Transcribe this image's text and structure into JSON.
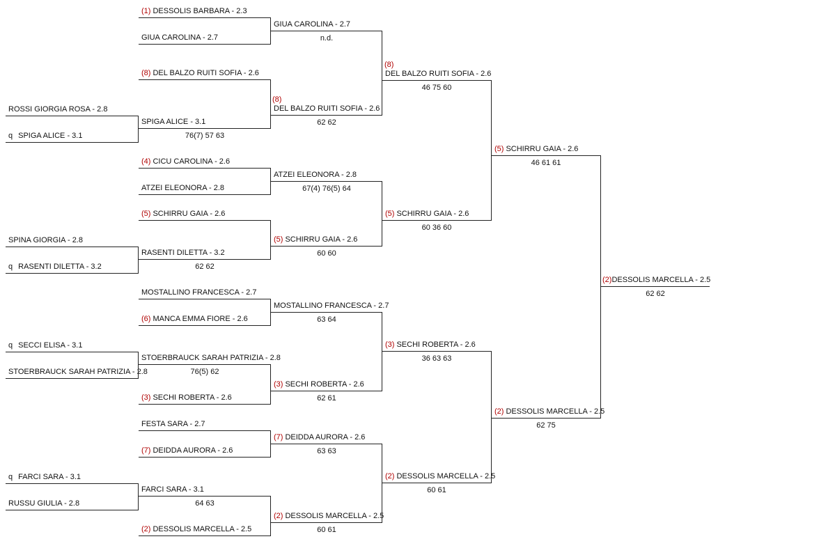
{
  "bracket": {
    "r0": [
      {
        "seed": "",
        "name": "ROSSI GIORGIA ROSA - 2.8"
      },
      {
        "seed": "q",
        "name": "SPIGA ALICE - 3.1"
      },
      {
        "seed": "",
        "name": "SPINA GIORGIA - 2.8"
      },
      {
        "seed": "q",
        "name": "RASENTI DILETTA - 3.2"
      },
      {
        "seed": "q",
        "name": "SECCI ELISA - 3.1"
      },
      {
        "seed": "",
        "name": "STOERBRAUCK SARAH PATRIZIA - 2.8"
      },
      {
        "seed": "q",
        "name": "FARCI SARA - 3.1"
      },
      {
        "seed": "",
        "name": "RUSSU GIULIA - 2.8"
      }
    ],
    "r0_scores": [
      "76(7) 57 63",
      "62 62",
      "76(5) 62",
      "64 63"
    ],
    "r1": [
      {
        "seed": "(1)",
        "name": "DESSOLIS BARBARA - 2.3"
      },
      {
        "seed": "",
        "name": "GIUA CAROLINA - 2.7"
      },
      {
        "seed": "(8)",
        "name": "DEL BALZO RUITI SOFIA - 2.6"
      },
      {
        "seed": "",
        "name": "SPIGA ALICE - 3.1"
      },
      {
        "seed": "(4)",
        "name": "CICU CAROLINA - 2.6"
      },
      {
        "seed": "",
        "name": "ATZEI ELEONORA - 2.8"
      },
      {
        "seed": "(5)",
        "name": "SCHIRRU GAIA - 2.6"
      },
      {
        "seed": "",
        "name": "RASENTI DILETTA - 3.2"
      },
      {
        "seed": "",
        "name": "MOSTALLINO FRANCESCA - 2.7"
      },
      {
        "seed": "(6)",
        "name": "MANCA EMMA FIORE - 2.6"
      },
      {
        "seed": "",
        "name": "STOERBRAUCK SARAH PATRIZIA - 2.8"
      },
      {
        "seed": "(3)",
        "name": "SECHI ROBERTA - 2.6"
      },
      {
        "seed": "",
        "name": "FESTA SARA - 2.7"
      },
      {
        "seed": "(7)",
        "name": "DEIDDA AURORA - 2.6"
      },
      {
        "seed": "",
        "name": "FARCI SARA - 3.1"
      },
      {
        "seed": "(2)",
        "name": "DESSOLIS MARCELLA - 2.5"
      }
    ],
    "r2": [
      {
        "seed": "",
        "name": "GIUA CAROLINA - 2.7",
        "score": "n.d."
      },
      {
        "seed": "(8)",
        "name": "DEL BALZO RUITI SOFIA - 2.6",
        "score": "62 62"
      },
      {
        "seed": "",
        "name": "ATZEI ELEONORA - 2.8",
        "score": "67(4) 76(5) 64"
      },
      {
        "seed": "(5)",
        "name": "SCHIRRU GAIA - 2.6",
        "score": "60 60"
      },
      {
        "seed": "",
        "name": "MOSTALLINO FRANCESCA - 2.7",
        "score": "63 64"
      },
      {
        "seed": "(3)",
        "name": "SECHI ROBERTA - 2.6",
        "score": "62 61"
      },
      {
        "seed": "(7)",
        "name": "DEIDDA AURORA - 2.6",
        "score": "63 63"
      },
      {
        "seed": "(2)",
        "name": "DESSOLIS MARCELLA - 2.5",
        "score": "60 61"
      }
    ],
    "r3": [
      {
        "seed": "(8)",
        "name": "DEL BALZO RUITI SOFIA - 2.6",
        "score": "46 75 60"
      },
      {
        "seed": "(5)",
        "name": "SCHIRRU GAIA - 2.6",
        "score": "60 36 60"
      },
      {
        "seed": "(3)",
        "name": "SECHI ROBERTA - 2.6",
        "score": "36 63 63"
      },
      {
        "seed": "(2)",
        "name": "DESSOLIS MARCELLA - 2.5",
        "score": "60 61"
      }
    ],
    "r4": [
      {
        "seed": "(5)",
        "name": "SCHIRRU GAIA - 2.6",
        "score": "46 61 61"
      },
      {
        "seed": "(2)",
        "name": "DESSOLIS MARCELLA - 2.5",
        "score": "62 75"
      }
    ],
    "winner": {
      "seed": "(2)",
      "name": "DESSOLIS MARCELLA - 2.5",
      "score": "62 62"
    }
  }
}
